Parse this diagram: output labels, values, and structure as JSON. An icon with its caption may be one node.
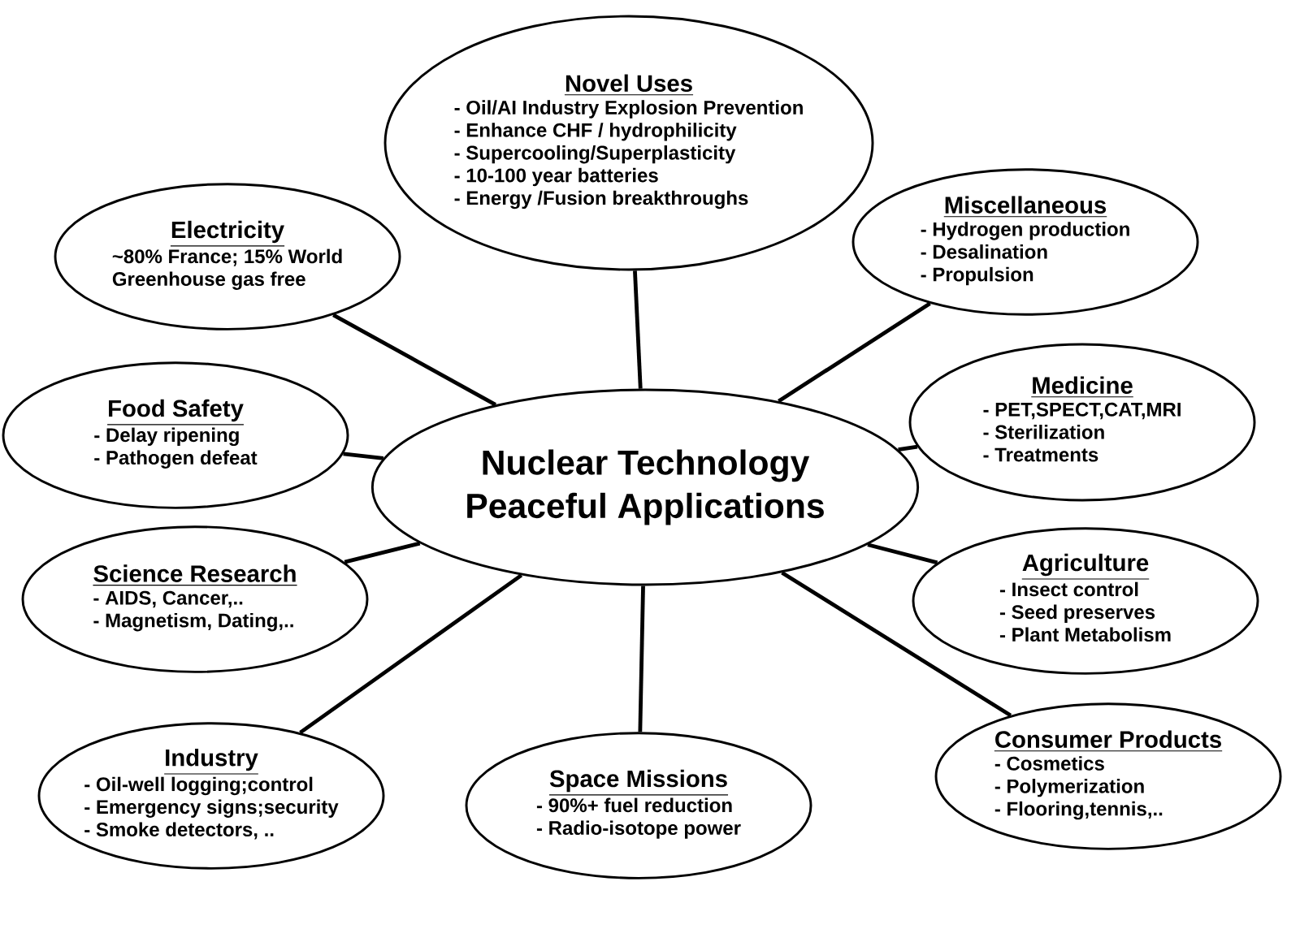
{
  "diagram": {
    "nodes": [
      {
        "text": [
          "Nuclear Technology Peaceful Applications"
        ]
      },
      {
        "text": [
          "Novel Uses",
          "- Oil/AI Industry Explosion Prevention",
          "- Enhance CHF /  hydrophilicity",
          "- Supercooling/Superplasticity",
          "- 10-100 year batteries",
          "- Energy   /Fusion breakthroughs"
        ]
      },
      {
        "text": [
          "Electricity",
          "~80% France; 15% World",
          "Greenhouse gas free"
        ]
      },
      {
        "text": [
          "Miscellaneous",
          "- Hydrogen  production",
          "- Desalination",
          "- Propulsion"
        ]
      },
      {
        "text": [
          "Food Safety",
          "- Delay ripening",
          "- Pathogen defeat"
        ]
      },
      {
        "text": [
          "Medicine",
          "- PET,SPECT,CAT,MRI",
          "- Sterilization",
          "- Treatments"
        ]
      },
      {
        "text": [
          "Science Research",
          "- AIDS, Cancer,..",
          "- Magnetism, Dating,.."
        ]
      },
      {
        "text": [
          "Agriculture",
          "- Insect control",
          "- Seed preserves",
          "- Plant Metabolism"
        ]
      },
      {
        "text": [
          "Industry",
          "- Oil-well logging;control",
          "- Emergency signs;security",
          "- Smoke detectors, .."
        ]
      },
      {
        "text": [
          "Space Missions",
          "- 90%+ fuel reduction",
          "- Radio-isotope power"
        ]
      },
      {
        "text": [
          "Consumer Products",
          "- Cosmetics",
          "- Polymerization",
          "- Flooring,tennis,.."
        ]
      }
    ],
    "edges": [
      {
        "from": 0,
        "to": 1,
        "arrow": "none"
      },
      {
        "from": 0,
        "to": 2,
        "arrow": "none"
      },
      {
        "from": 0,
        "to": 3,
        "arrow": "none"
      },
      {
        "from": 0,
        "to": 4,
        "arrow": "none"
      },
      {
        "from": 0,
        "to": 5,
        "arrow": "none"
      },
      {
        "from": 0,
        "to": 6,
        "arrow": "none"
      },
      {
        "from": 0,
        "to": 7,
        "arrow": "none"
      },
      {
        "from": 0,
        "to": 8,
        "arrow": "none"
      },
      {
        "from": 0,
        "to": 9,
        "arrow": "none"
      },
      {
        "from": 0,
        "to": 10,
        "arrow": "none"
      }
    ]
  }
}
